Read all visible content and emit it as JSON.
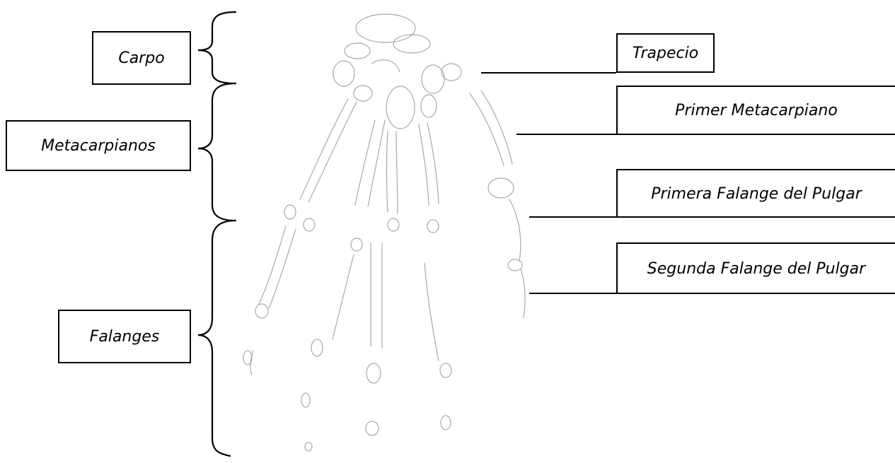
{
  "left_labels": {
    "carpo": "Carpo",
    "metacarpianos": "Metacarpianos",
    "falanges": "Falanges"
  },
  "right_labels": {
    "trapecio": "Trapecio",
    "primer_metacarpiano": "Primer Metacarpiano",
    "primera_falange_pulgar": "Primera Falange del Pulgar",
    "segunda_falange_pulgar": "Segunda Falange del Pulgar"
  }
}
